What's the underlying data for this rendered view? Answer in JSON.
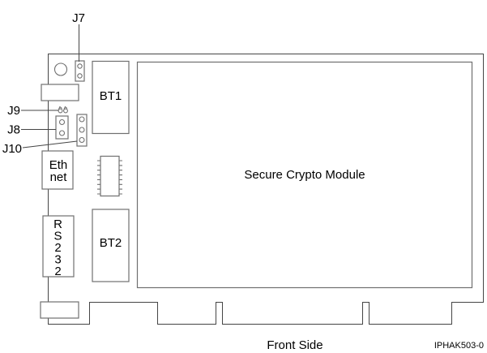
{
  "figure": {
    "caption": "Front Side",
    "figure_id": "IPHAK503-0"
  },
  "labels": {
    "j7": "J7",
    "j9": "J9",
    "j8": "J8",
    "j10": "J10"
  },
  "components": {
    "module": "Secure Crypto Module",
    "bt1": "BT1",
    "bt2": "BT2",
    "eth": {
      "line1": "Eth",
      "line2": "net"
    },
    "rs232": {
      "letters": [
        "R",
        "S",
        "2",
        "3",
        "2"
      ]
    }
  },
  "colors": {
    "background": "#ffffff",
    "outline": "#454545",
    "component_stroke": "#707070",
    "text": "#000000"
  }
}
